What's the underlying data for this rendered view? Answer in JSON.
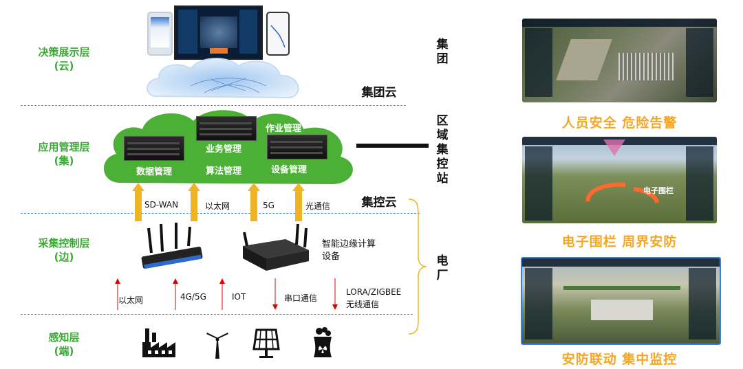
{
  "layers": {
    "decision": [
      "决策展示层",
      "(云)"
    ],
    "application": [
      "应用管理层",
      "(集)"
    ],
    "acquisition": [
      "采集控制层",
      "(边)"
    ],
    "perception": [
      "感知层",
      "(端)"
    ]
  },
  "right_labels": {
    "group": "集团",
    "group_cloud": "集团云",
    "region_station": "区域集控站",
    "control_cloud": "集控云",
    "power_plant": "电厂"
  },
  "cloud_modules": {
    "job": "作业管理",
    "business": "业务管理",
    "data": "数据管理",
    "algorithm": "算法管理",
    "device": "设备管理"
  },
  "uplinks": [
    "SD-WAN",
    "以太网",
    "5G",
    "光通信"
  ],
  "edge_device_label": "智能边缘计算设备",
  "field_links": {
    "ethernet": "以太网",
    "cell": "4G/5G",
    "iot": "IOT",
    "serial": "串口通信",
    "lora": "LORA/ZIGBEE",
    "wireless": "无线通信"
  },
  "perception_icons": [
    "factory-icon",
    "wind-turbine-icon",
    "solar-panel-icon",
    "nuclear-plant-icon"
  ],
  "panels": [
    {
      "caption": "人员安全 危险告警"
    },
    {
      "caption": "电子围栏 周界安防"
    },
    {
      "caption": "安防联动 集中监控"
    }
  ],
  "panel2_overlay": "电子围栏",
  "colors": {
    "layer_green": "#3aa935",
    "arrow_orange": "#f0b323",
    "caption_orange": "#f5a623",
    "dash_blue": "#4a8fd0",
    "signal_red": "#dd0000"
  }
}
